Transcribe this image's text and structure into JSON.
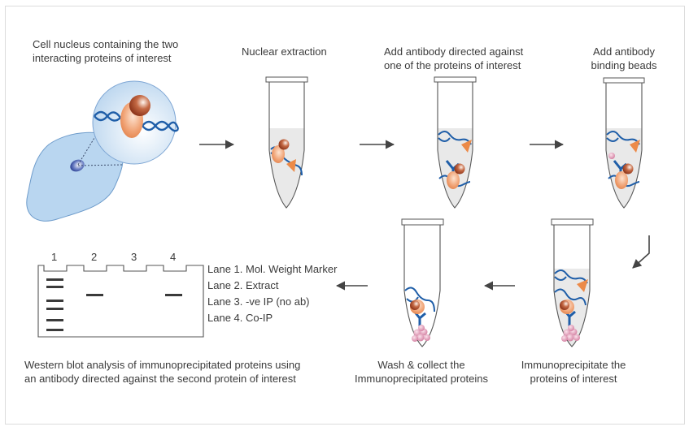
{
  "steps": [
    {
      "id": "cell-nucleus",
      "caption_lines": [
        "Cell nucleus containing the two",
        "interacting proteins of interest"
      ]
    },
    {
      "id": "nuclear-extraction",
      "caption_lines": [
        "Nuclear extraction"
      ]
    },
    {
      "id": "add-antibody",
      "caption_lines": [
        "Add antibody directed against",
        "one of the proteins of interest"
      ]
    },
    {
      "id": "add-beads",
      "caption_lines": [
        "Add antibody",
        "binding beads"
      ]
    },
    {
      "id": "immunoprecipitate",
      "caption_lines": [
        "Immunoprecipitate the",
        "proteins of interest"
      ]
    },
    {
      "id": "wash-collect",
      "caption_lines": [
        "Wash & collect the",
        "Immunoprecipitated proteins"
      ]
    },
    {
      "id": "western-blot",
      "caption_lines": [
        "Western blot analysis of immunoprecipitated proteins using",
        "an antibody directed against the second protein of interest"
      ]
    }
  ],
  "gel": {
    "lane_numbers": [
      "1",
      "2",
      "3",
      "4"
    ],
    "legend": [
      "Lane 1. Mol. Weight Marker",
      "Lane 2. Extract",
      "Lane 3. -ve IP (no ab)",
      "Lane 4. Co-IP"
    ]
  },
  "colors": {
    "dna": "#1f5ea8",
    "protein_orange": "#e8874a",
    "protein_brown": "#a8482a",
    "bead_pink": "#d98aa8",
    "cell_fill": "#b9d6f0",
    "fluid": "#e9e9e9",
    "arrow": "#444444",
    "text": "#3b3b3b"
  },
  "icons": {
    "flow_arrow": "arrow-right-icon",
    "return_arrow": "arrow-left-icon",
    "bent_arrow": "arrow-bent-down-left-icon"
  }
}
